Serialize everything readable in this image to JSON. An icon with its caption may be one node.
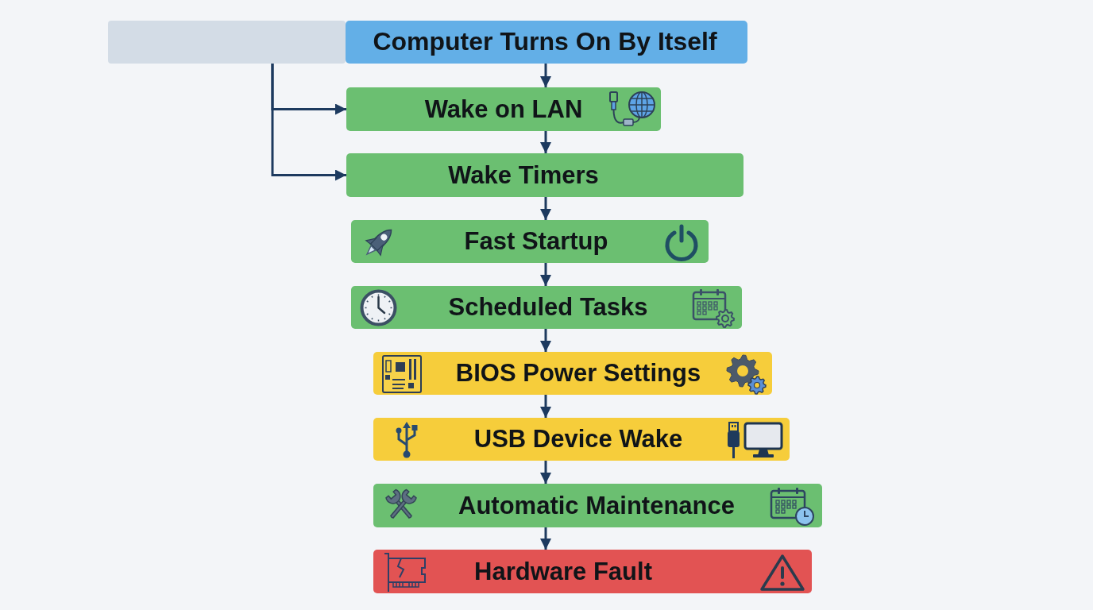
{
  "diagram": {
    "nodes": [
      {
        "text": [],
        "shape": "box"
      },
      {
        "text": [
          "Computer Turns On By Itself"
        ]
      },
      {
        "text": [
          "Wake on LAN"
        ]
      },
      {
        "text": [
          "Wake Timers"
        ]
      },
      {
        "text": [
          "Fast Startup"
        ]
      },
      {
        "text": [
          "Scheduled Tasks"
        ]
      },
      {
        "text": [
          "BIOS Power Settings"
        ]
      },
      {
        "text": [
          "USB Device Wake"
        ]
      },
      {
        "text": [
          "Automatic Maintenance"
        ]
      },
      {
        "text": [
          "Hardware Fault"
        ]
      }
    ],
    "edges": [
      {
        "from": 0,
        "to": 2,
        "arrow": "to"
      },
      {
        "from": 0,
        "to": 3,
        "arrow": "to"
      },
      {
        "from": 1,
        "to": 2,
        "arrow": "to"
      },
      {
        "from": 2,
        "to": 3,
        "arrow": "to"
      },
      {
        "from": 3,
        "to": 4,
        "arrow": "to"
      },
      {
        "from": 4,
        "to": 5,
        "arrow": "to"
      },
      {
        "from": 5,
        "to": 6,
        "arrow": "to"
      },
      {
        "from": 6,
        "to": 7,
        "arrow": "to"
      },
      {
        "from": 7,
        "to": 8,
        "arrow": "to"
      },
      {
        "from": 8,
        "to": 9,
        "arrow": "to"
      }
    ]
  }
}
